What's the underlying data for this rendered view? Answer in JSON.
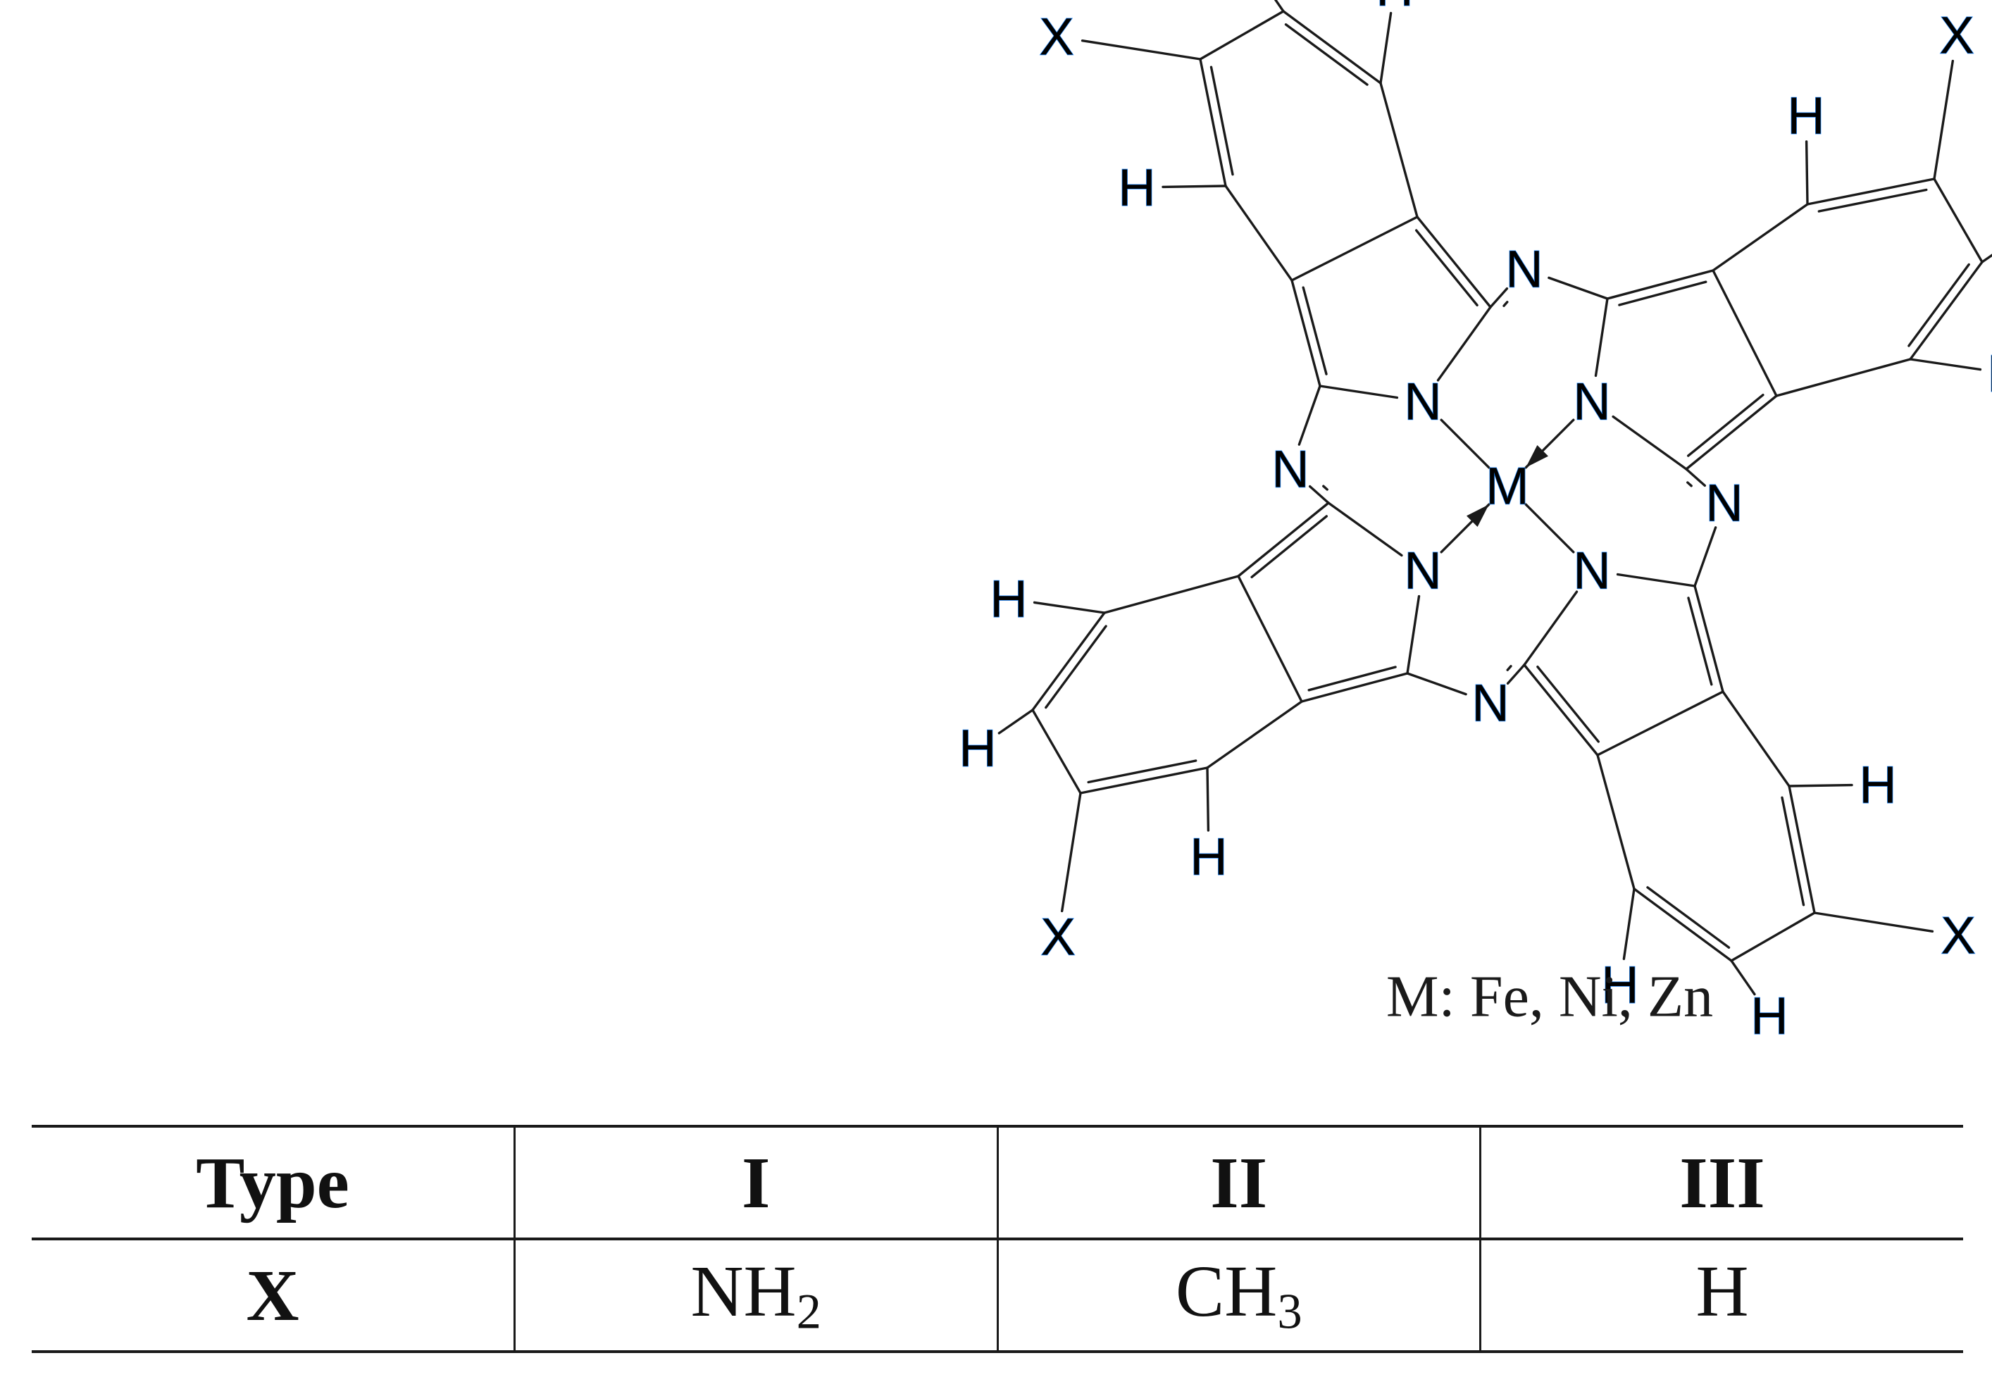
{
  "structure": {
    "metal_label": "M",
    "nitrogen_label": "N",
    "hydrogen_label": "H",
    "substituent_label": "X",
    "caption": "M: Fe, Ni, Zn"
  },
  "table": {
    "header": [
      "Type",
      "I",
      "II",
      "III"
    ],
    "row_label": "X",
    "values": [
      {
        "base": "NH",
        "sub": "2"
      },
      {
        "base": "CH",
        "sub": "3"
      },
      {
        "base": "H",
        "sub": ""
      }
    ]
  },
  "colors": {
    "line": "#1a1a1a",
    "atom_text": "#000000",
    "atom_outline": "#1e88ff"
  }
}
